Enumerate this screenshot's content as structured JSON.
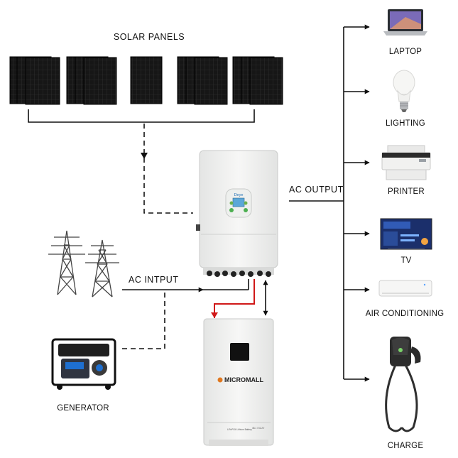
{
  "labels": {
    "solar_panels": "SOLAR PANELS",
    "ac_output": "AC OUTPUT",
    "ac_input": "AC  INTPUT",
    "generator": "GENERATOR",
    "laptop": "LAPTOP",
    "lighting": "LIGHTING",
    "printer": "PRINTER",
    "tv": "TV",
    "air_conditioning": "AIR CONDITIONING",
    "charge": "CHARGE"
  },
  "inverter": {
    "brand": "Deye"
  },
  "battery": {
    "brand": "MICROMALL",
    "spec_label": "LiFePO4 Lithium Battery",
    "spec_value": "48.1 / 51.2V"
  },
  "colors": {
    "line": "#111111",
    "battery_dc_line": "#d01818",
    "panel": "#161616",
    "inverter_body": "#f1f2f1",
    "battery_body": "#f2f2f0"
  }
}
